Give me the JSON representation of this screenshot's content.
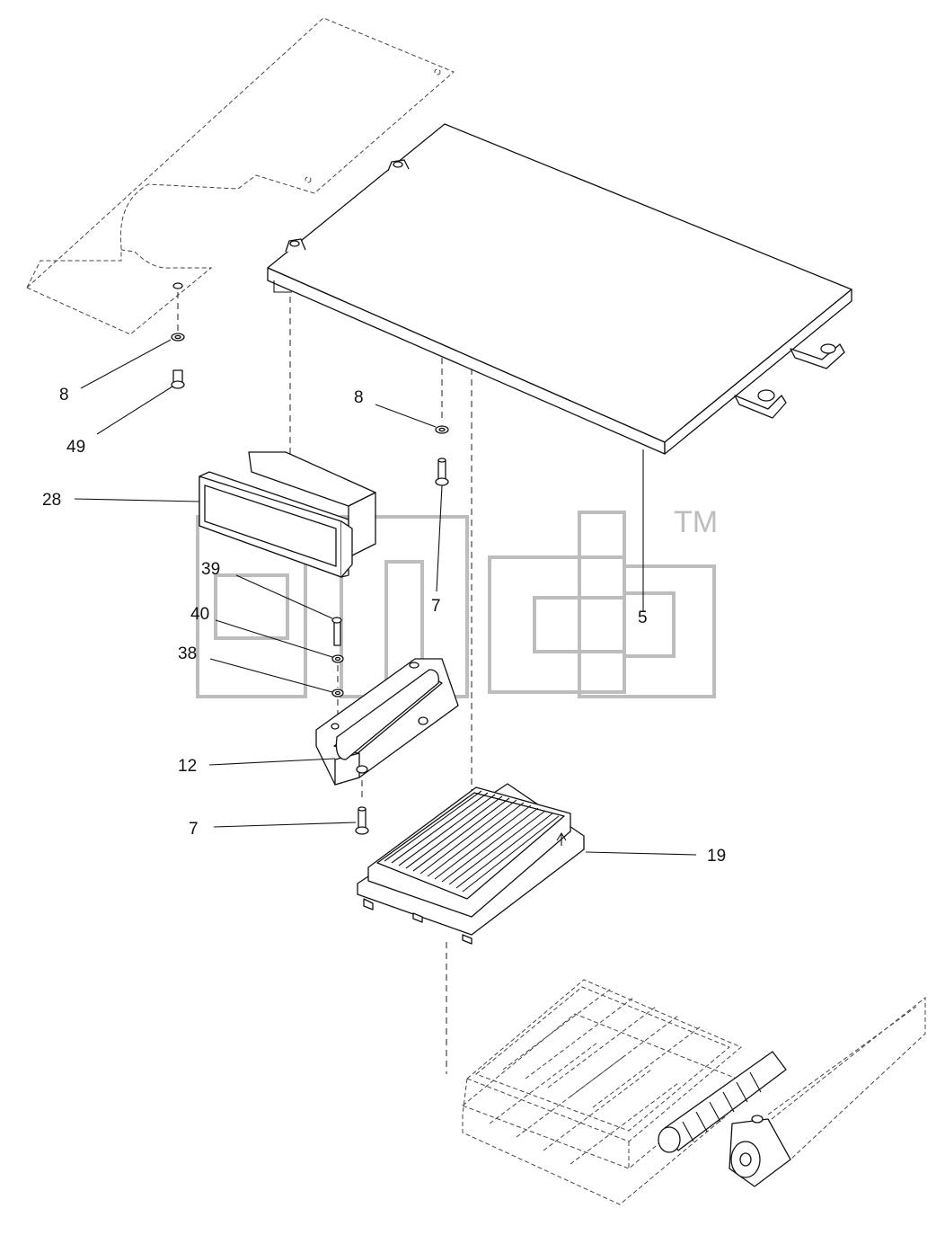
{
  "callouts": [
    {
      "id": "c-8a",
      "text": "8"
    },
    {
      "id": "c-49",
      "text": "49"
    },
    {
      "id": "c-8b",
      "text": "8"
    },
    {
      "id": "c-28",
      "text": "28"
    },
    {
      "id": "c-39",
      "text": "39"
    },
    {
      "id": "c-40",
      "text": "40"
    },
    {
      "id": "c-38",
      "text": "38"
    },
    {
      "id": "c-7a",
      "text": "7"
    },
    {
      "id": "c-5",
      "text": "5"
    },
    {
      "id": "c-12",
      "text": "12"
    },
    {
      "id": "c-7b",
      "text": "7"
    },
    {
      "id": "c-19",
      "text": "19"
    }
  ],
  "watermark": {
    "text": "ancb",
    "trademark": "TM"
  }
}
